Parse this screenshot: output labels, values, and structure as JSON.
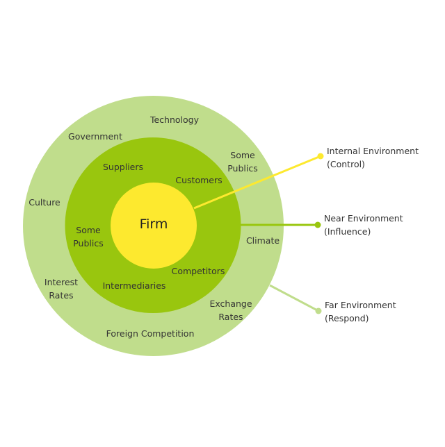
{
  "diagram": {
    "colors": {
      "far": "#c0dd8c",
      "near": "#99c60e",
      "internal": "#fde92f",
      "text": "#333333"
    },
    "center_label": "Firm",
    "near_labels": [
      {
        "id": "suppliers",
        "lines": [
          "Suppliers"
        ]
      },
      {
        "id": "customers",
        "lines": [
          "Customers"
        ]
      },
      {
        "id": "some-publics-inner",
        "lines": [
          "Some",
          "Publics"
        ]
      },
      {
        "id": "competitors",
        "lines": [
          "Competitors"
        ]
      },
      {
        "id": "intermediaries",
        "lines": [
          "Intermediaries"
        ]
      }
    ],
    "far_labels": [
      {
        "id": "technology",
        "lines": [
          "Technology"
        ]
      },
      {
        "id": "government",
        "lines": [
          "Government"
        ]
      },
      {
        "id": "some-publics-outer",
        "lines": [
          "Some",
          "Publics"
        ]
      },
      {
        "id": "culture",
        "lines": [
          "Culture"
        ]
      },
      {
        "id": "climate",
        "lines": [
          "Climate"
        ]
      },
      {
        "id": "interest-rates",
        "lines": [
          "Interest",
          "Rates"
        ]
      },
      {
        "id": "exchange-rates",
        "lines": [
          "Exchange",
          "Rates"
        ]
      },
      {
        "id": "foreign-competition",
        "lines": [
          "Foreign Competition"
        ]
      }
    ],
    "legend": [
      {
        "id": "internal",
        "title": "Internal Environment",
        "subtitle": "(Control)"
      },
      {
        "id": "near",
        "title": "Near Environment",
        "subtitle": "(Influence)"
      },
      {
        "id": "far",
        "title": "Far Environment",
        "subtitle": "(Respond)"
      }
    ]
  }
}
